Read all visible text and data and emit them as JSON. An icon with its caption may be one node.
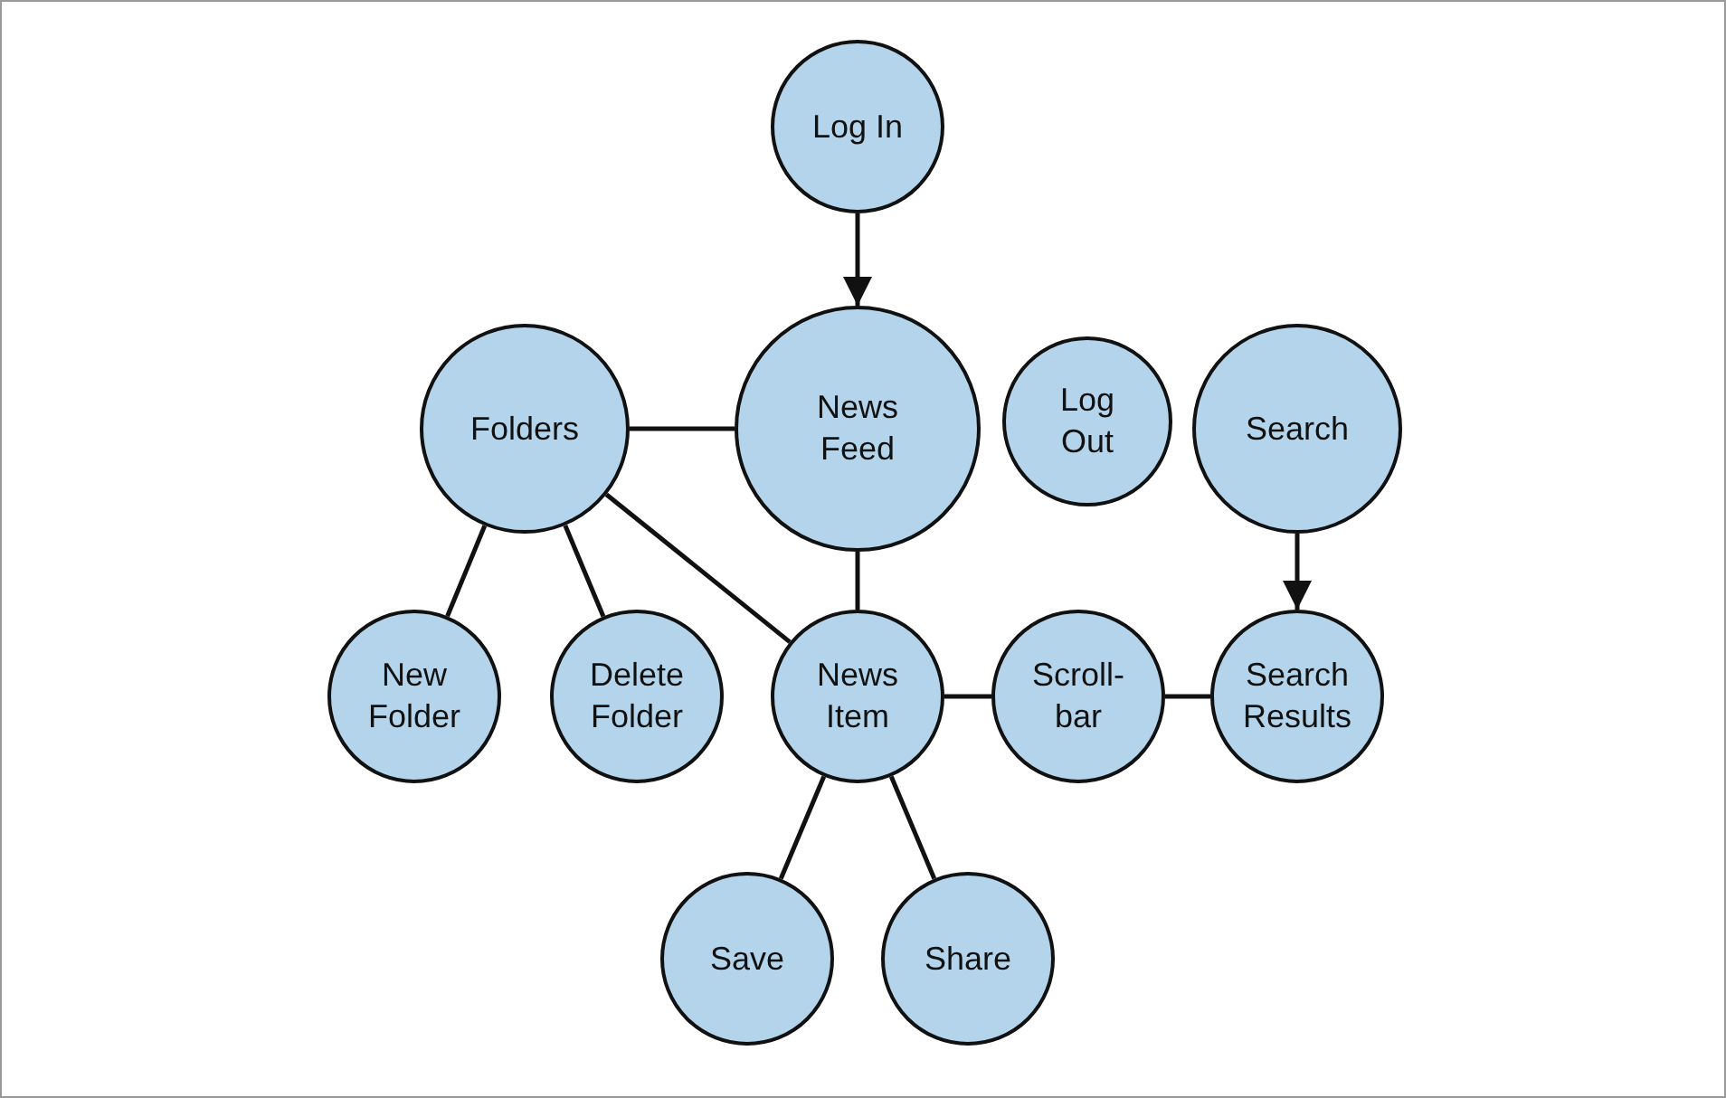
{
  "diagram": {
    "nodes": [
      {
        "text": [
          "Log In"
        ]
      },
      {
        "text": [
          "Folders"
        ]
      },
      {
        "text": [
          "News Feed"
        ]
      },
      {
        "text": [
          "Log Out"
        ]
      },
      {
        "text": [
          "Search"
        ]
      },
      {
        "text": [
          "New Folder"
        ]
      },
      {
        "text": [
          "Delete Folder"
        ]
      },
      {
        "text": [
          "News Item"
        ]
      },
      {
        "text": [
          "Scroll- bar"
        ]
      },
      {
        "text": [
          "Search Results"
        ]
      },
      {
        "text": [
          "Save"
        ]
      },
      {
        "text": [
          "Share"
        ]
      }
    ],
    "edges": [
      {
        "from": 0,
        "to": 2,
        "arrow": "to"
      },
      {
        "from": 1,
        "to": 2,
        "arrow": "none"
      },
      {
        "from": 1,
        "to": 5,
        "arrow": "none"
      },
      {
        "from": 1,
        "to": 6,
        "arrow": "none"
      },
      {
        "from": 1,
        "to": 7,
        "arrow": "none"
      },
      {
        "from": 2,
        "to": 7,
        "arrow": "none"
      },
      {
        "from": 7,
        "to": 8,
        "arrow": "none"
      },
      {
        "from": 8,
        "to": 9,
        "arrow": "none"
      },
      {
        "from": 4,
        "to": 9,
        "arrow": "to"
      },
      {
        "from": 7,
        "to": 10,
        "arrow": "none"
      },
      {
        "from": 7,
        "to": 11,
        "arrow": "none"
      }
    ]
  }
}
